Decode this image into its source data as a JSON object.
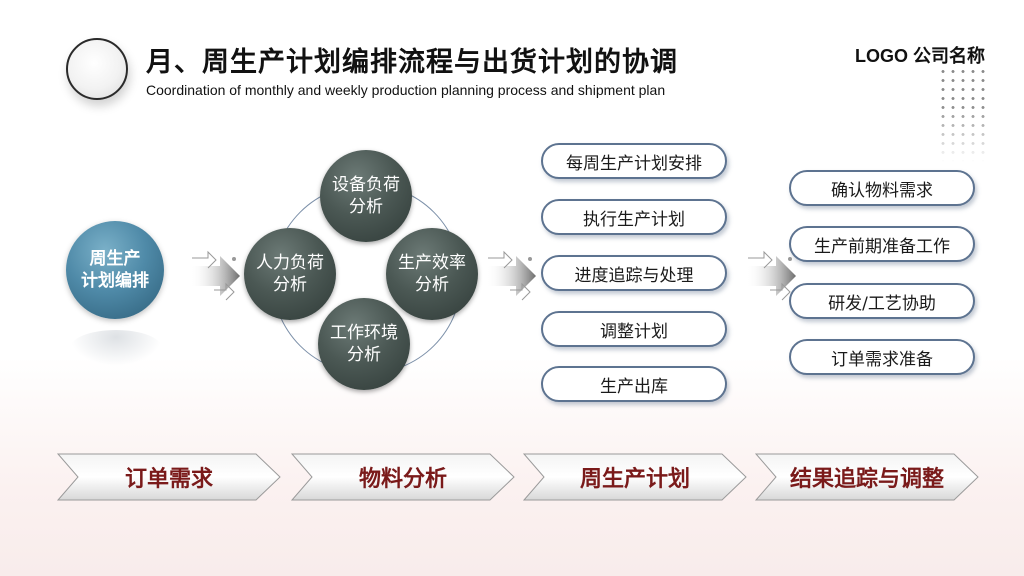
{
  "header": {
    "title": "月、周生产计划编排流程与出货计划的协调",
    "subtitle": "Coordination of monthly and weekly production planning process and shipment plan",
    "logo": "LOGO 公司名称"
  },
  "start_node": {
    "line1": "周生产",
    "line2": "计划编排",
    "color": "#4f8aa8"
  },
  "analysis": {
    "color": "#4b5854",
    "nodes": [
      {
        "line1": "设备负荷",
        "line2": "分析"
      },
      {
        "line1": "人力负荷",
        "line2": "分析"
      },
      {
        "line1": "生产效率",
        "line2": "分析"
      },
      {
        "line1": "工作环境",
        "line2": "分析"
      }
    ]
  },
  "weekly_steps": [
    {
      "label": "每周生产计划安排"
    },
    {
      "label": "执行生产计划"
    },
    {
      "label": "进度追踪与处理"
    },
    {
      "label": "调整计划"
    },
    {
      "label": "生产出库"
    }
  ],
  "prep_steps": [
    {
      "label": "确认物料需求"
    },
    {
      "label": "生产前期准备工作"
    },
    {
      "label": "研发/工艺协助"
    },
    {
      "label": "订单需求准备"
    }
  ],
  "process_flow": [
    {
      "label": "订单需求"
    },
    {
      "label": "物料分析"
    },
    {
      "label": "周生产计划"
    },
    {
      "label": "结果追踪与调整"
    }
  ],
  "colors": {
    "pill_border": "#5d7390",
    "chevron_text": "#7a1a1a"
  }
}
